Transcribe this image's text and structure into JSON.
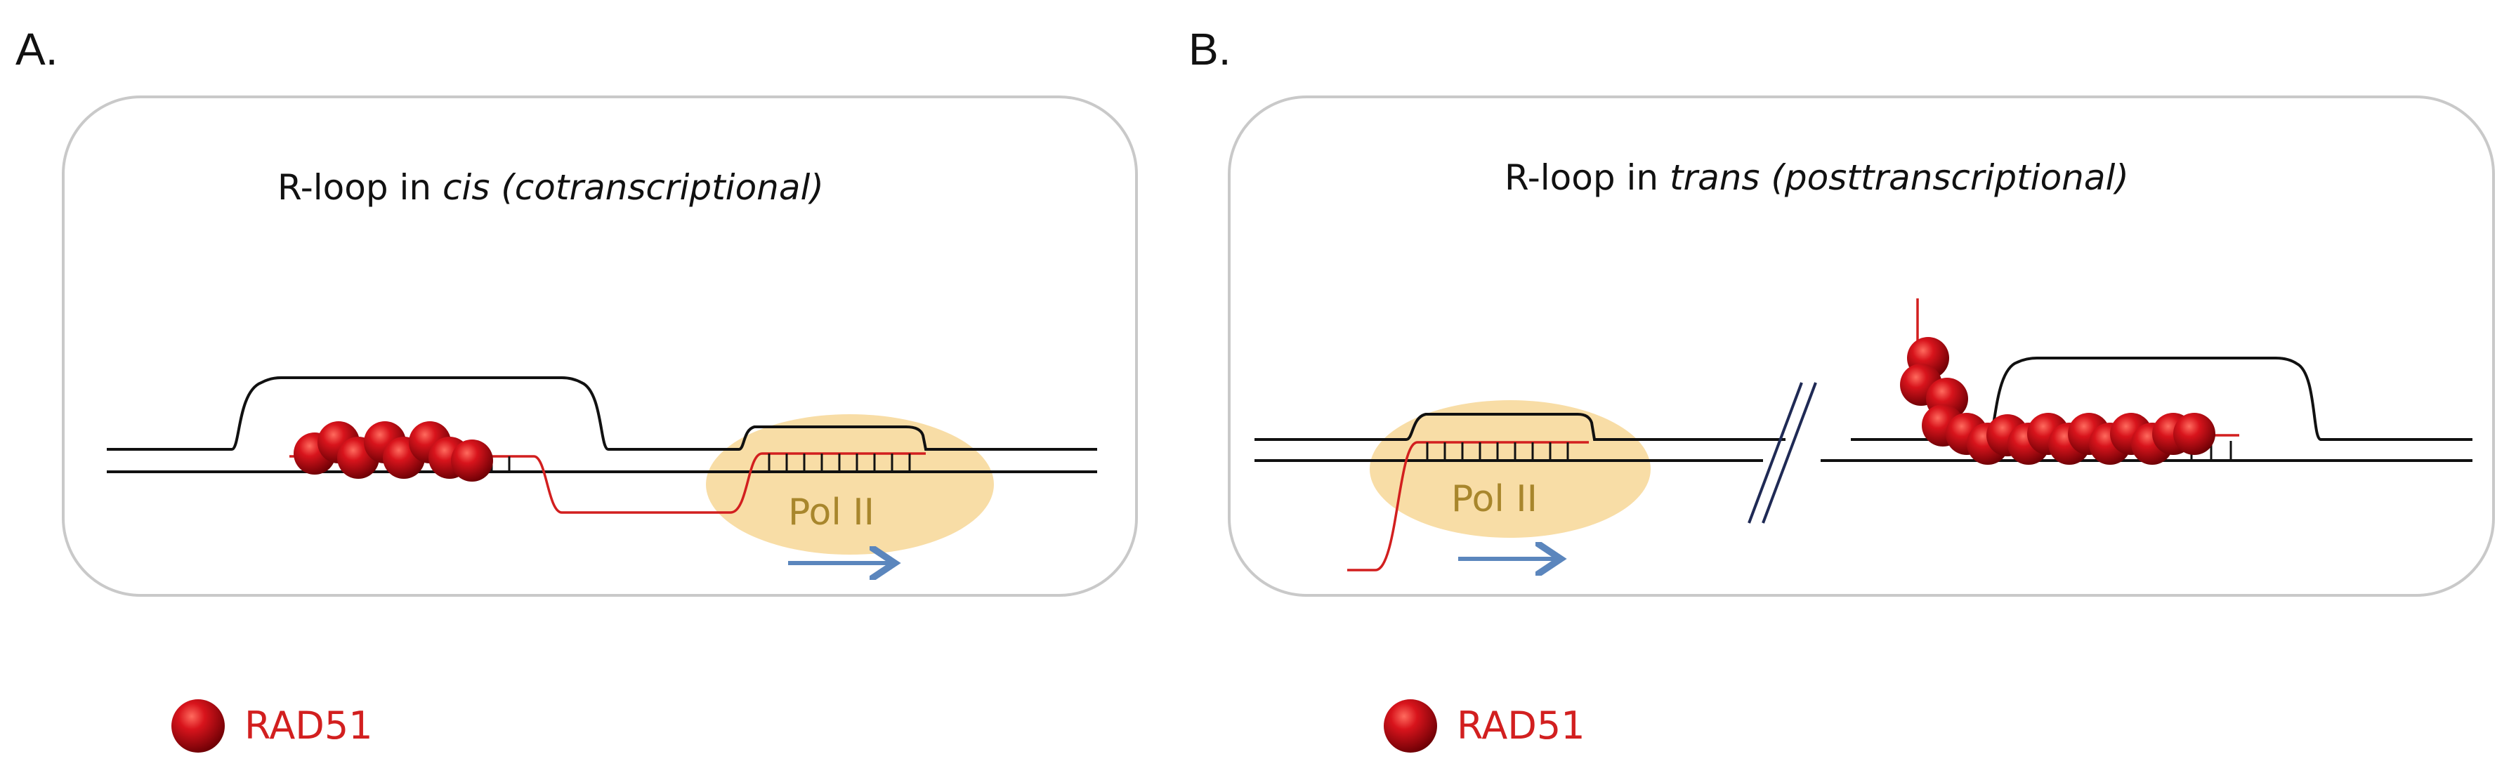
{
  "panels": [
    {
      "label": "A.",
      "title_plain": "R-loop in ",
      "title_italic": "cis (cotranscriptional)",
      "enzyme_label": "Pol II",
      "legend_label": "RAD51"
    },
    {
      "label": "B.",
      "title_plain": "R-loop in ",
      "title_italic": "trans (posttranscriptional)",
      "enzyme_label": "Pol II",
      "legend_label": "RAD51"
    }
  ],
  "colors": {
    "dna": "#111111",
    "rna": "#d21f1f",
    "rad51": "#c8101a",
    "pol_ellipse": "#f8dda6",
    "pol_text": "#a8862c",
    "arrow": "#5b86bd",
    "panel_border": "#c9c9c9",
    "legend_text": "#d21f1f"
  }
}
